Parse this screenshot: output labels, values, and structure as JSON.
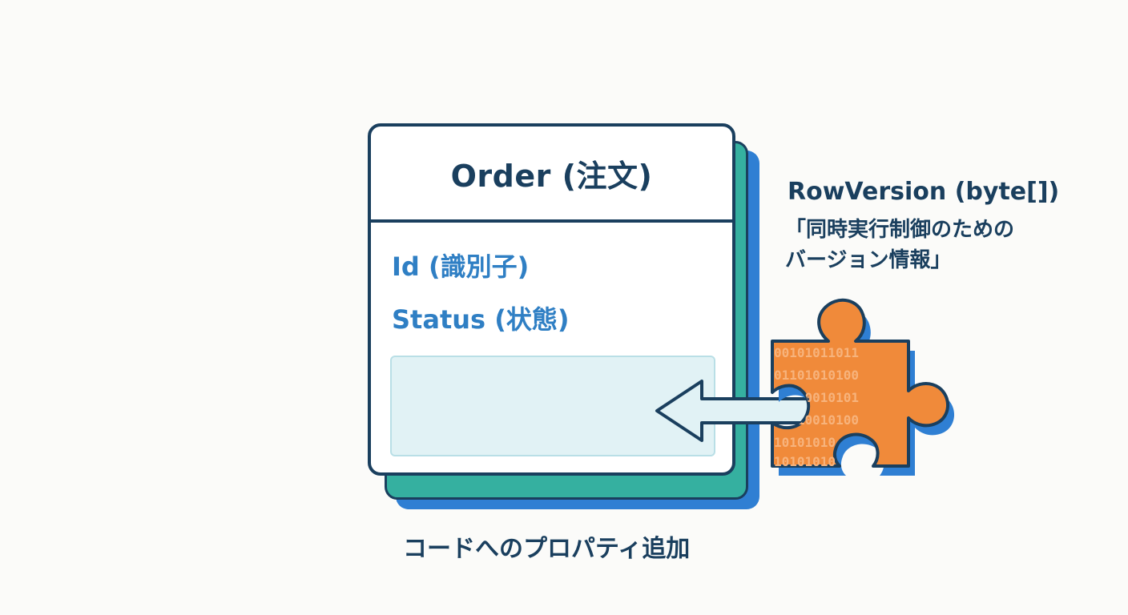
{
  "entity": {
    "title": "Order (注文)",
    "fields": [
      "Id (識別子)",
      "Status (状態)"
    ]
  },
  "annotation": {
    "property_title": "RowVersion (byte[])",
    "description_line1": "「同時実行制御のための",
    "description_line2": "バージョン情報」"
  },
  "caption": "コードへのプロパティ追加",
  "puzzle_binary": [
    "00101011011",
    "01101010100",
    "01010010101",
    "01110010100",
    "10101010",
    "10101010"
  ],
  "colors": {
    "navy": "#1a3f5e",
    "field_blue": "#2f7fc4",
    "teal": "#35b0a0",
    "blue": "#2f7fd3",
    "slot_fill": "#e1f2f5",
    "puzzle_orange": "#f08a3a",
    "arrow_fill": "#e1f2f5"
  },
  "icons": [
    "puzzle-piece-icon",
    "arrow-left-icon"
  ]
}
